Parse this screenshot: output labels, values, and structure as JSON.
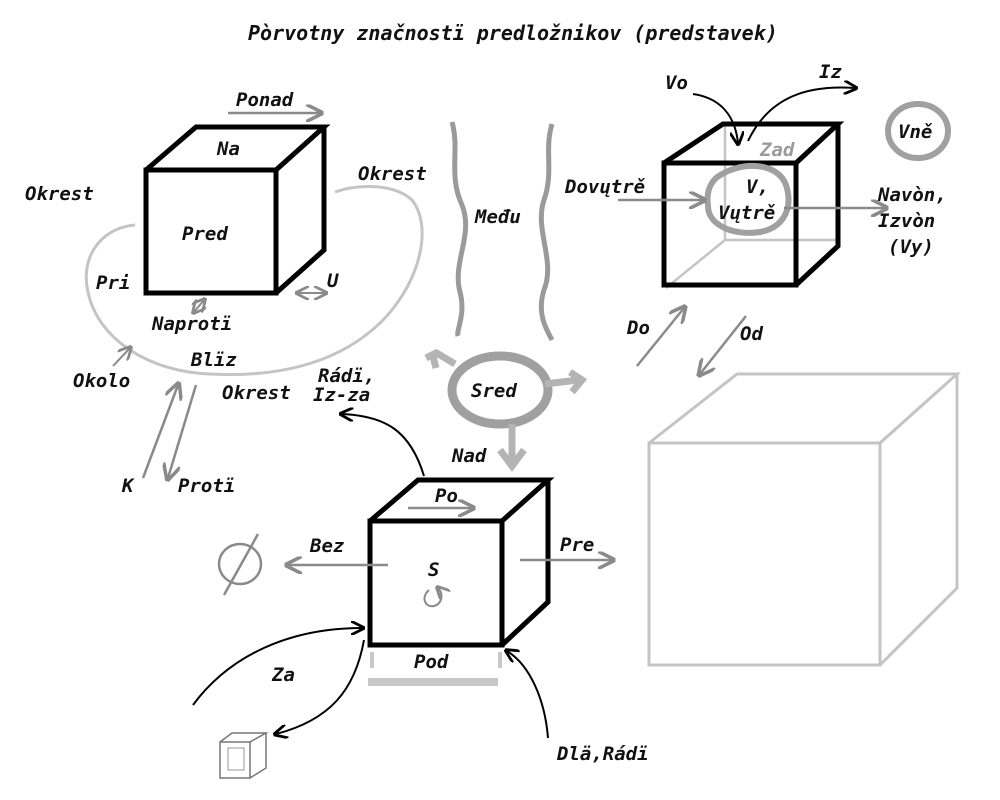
{
  "title": "Pòrvotny značnostï predložnikov (predstavek)",
  "labels": {
    "ponad": "Ponad",
    "na": "Na",
    "okrest_left": "Okrest",
    "okrest_top": "Okrest",
    "okrest_bottom": "Okrest",
    "pred": "Pred",
    "pri": "Pri",
    "u": "U",
    "naproti": "Naprotï",
    "okolo": "Okolo",
    "bliz": "Blïz",
    "k": "K",
    "proti": "Protï",
    "medu": "Među",
    "sred": "Sred",
    "radi_izza_1": "Rádï,",
    "radi_izza_2": "Iz-za",
    "nad": "Nad",
    "po": "Po",
    "bez": "Bez",
    "s": "S",
    "pre": "Pre",
    "za": "Za",
    "pod": "Pod",
    "dla_radi": "Dlä,Rádï",
    "vo": "Vo",
    "iz": "Iz",
    "zad": "Zad",
    "vne": "Vně",
    "dovutre": "Dovųtrě",
    "v_1": "V,",
    "v_2": "Vųtrě",
    "navon_1": "Navòn,",
    "navon_2": "Izvòn",
    "navon_3": "(Vy)",
    "do": "Do",
    "od": "Od",
    "empty_set": "∅"
  }
}
